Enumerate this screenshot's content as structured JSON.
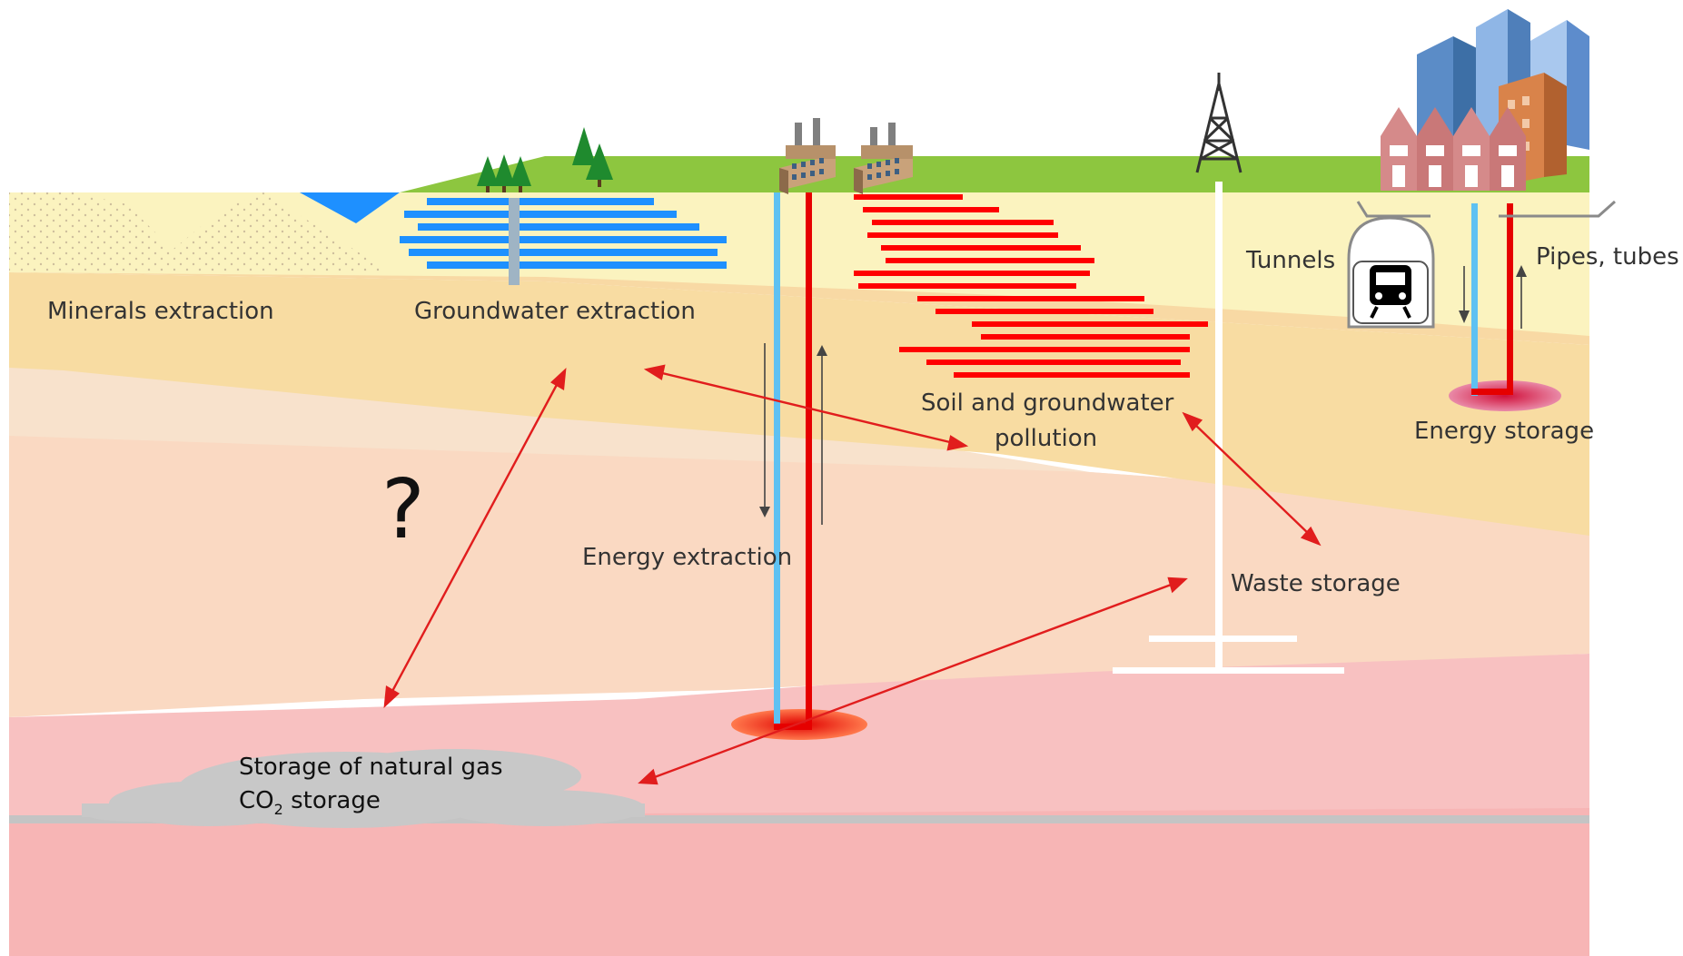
{
  "labels": {
    "minerals": "Minerals extraction",
    "groundwater": "Groundwater extraction",
    "pollution_line1": "Soil and groundwater",
    "pollution_line2": "pollution",
    "energy_extraction": "Energy extraction",
    "waste_storage": "Waste storage",
    "tunnels": "Tunnels",
    "pipes": "Pipes, tubes",
    "energy_storage": "Energy storage",
    "natural_gas": "Storage of natural gas",
    "co2_prefix": "CO",
    "co2_sub": "2",
    "co2_suffix": " storage",
    "question": "?"
  },
  "icons": {
    "trees": "tree-icon",
    "factory": "factory-icon",
    "tower": "transmission-tower-icon",
    "city": "city-buildings-icon",
    "train": "train-icon"
  },
  "colors": {
    "sky": "#ffffff",
    "grass": "#8dc63f",
    "layer_top": "#fbf3bf",
    "layer_2": "#f8dca2",
    "layer_3": "#f8e2cc",
    "layer_4": "#fad9c2",
    "layer_deep": "#f8c1c1",
    "layer_bottom": "#f7b5b5",
    "water": "#1e90ff",
    "pollution": "#ff0000",
    "arrow": "#e11d1d",
    "cold_pipe": "#5ec1f2",
    "hot_pipe": "#e60000",
    "gas": "#c8c8c8"
  }
}
